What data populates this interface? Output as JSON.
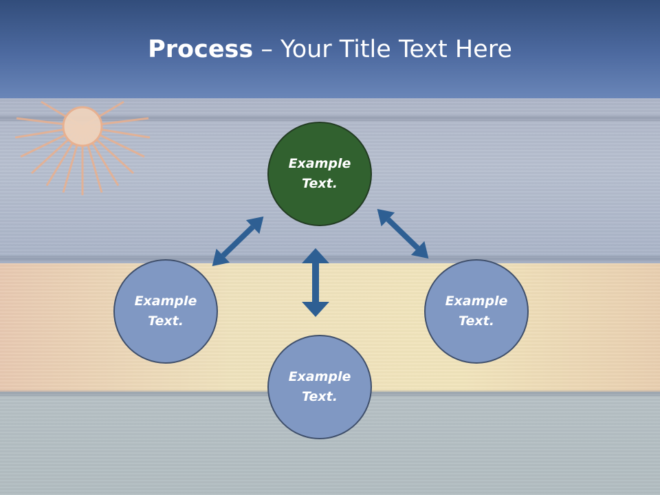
{
  "header": {
    "title_bold": "Process",
    "title_rest": " – Your Title Text Here"
  },
  "colors": {
    "header": "#4d6aa0",
    "center_node": "#31612f",
    "outer_node": "#8098c3",
    "arrow": "#2e5f93"
  },
  "nodes": {
    "top": "Example\nText.",
    "left": "Example\nText.",
    "right": "Example\nText.",
    "bottom": "Example\nText."
  }
}
